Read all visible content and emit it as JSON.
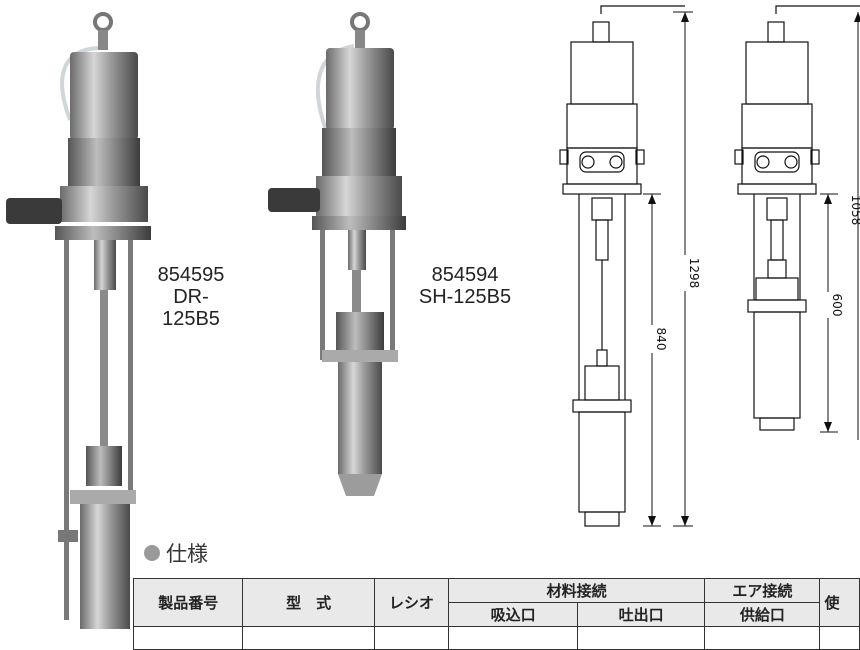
{
  "products": [
    {
      "code": "854595",
      "model": "DR-125B5"
    },
    {
      "code": "854594",
      "model": "SH-125B5"
    }
  ],
  "dimensions": {
    "left_total": "1298",
    "left_lower": "840",
    "right_total": "1058",
    "right_lower": "600"
  },
  "section_title": "仕様",
  "table": {
    "col_product_no": "製品番号",
    "col_model": "型　式",
    "col_ratio": "レシオ",
    "group_material": "材料接続",
    "col_suction": "吸込口",
    "col_discharge": "吐出口",
    "group_air": "エア接続",
    "col_supply": "供給口",
    "col_cut": "使"
  }
}
